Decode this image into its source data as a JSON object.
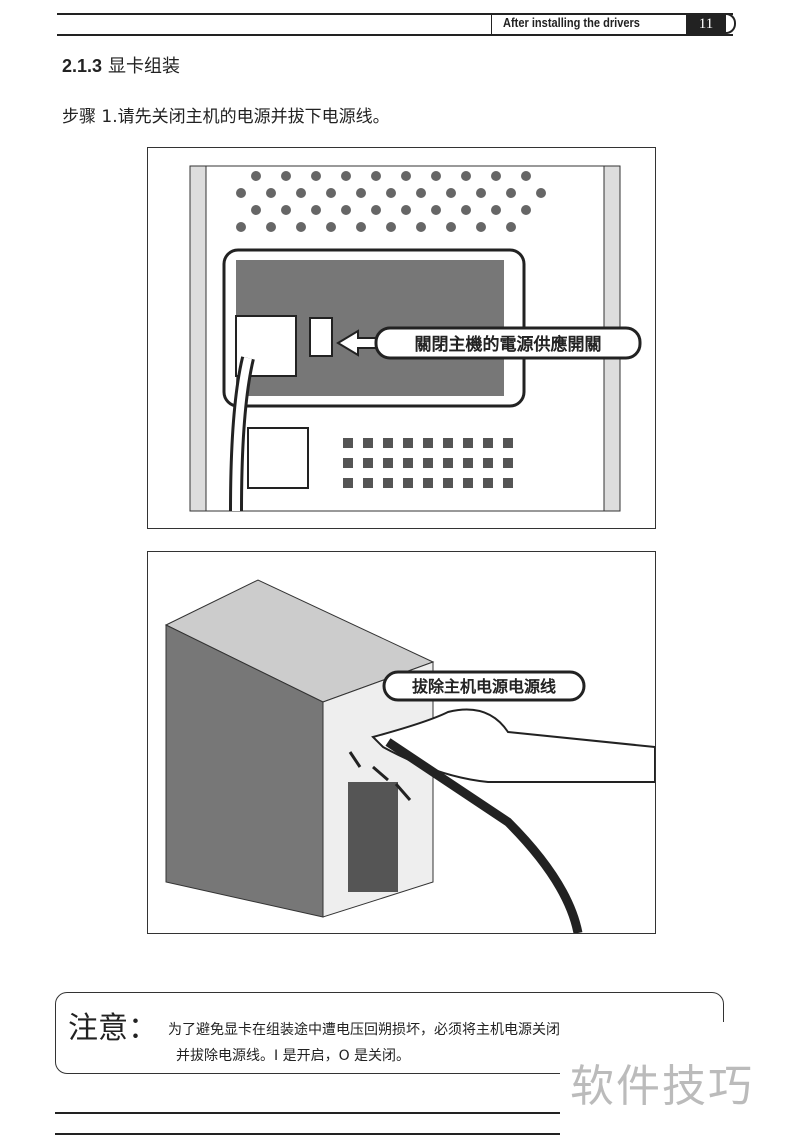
{
  "header": {
    "title": "After installing the drivers",
    "page_number": "11"
  },
  "section": {
    "number": "2.1.3",
    "title": "显卡组装"
  },
  "step1": "步骤 1.请先关闭主机的电源并拔下电源线。",
  "figure1": {
    "callout": "關閉主機的電源供應開關"
  },
  "figure2": {
    "callout": "拔除主机电源电源线"
  },
  "note": {
    "label": "注意：",
    "line1": "为了避免显卡在组装途中遭电压回朔损坏，必须将主机电源关闭",
    "line2": "并拔除电源线。I 是开启，O 是关闭。"
  },
  "watermark": "软件技巧"
}
